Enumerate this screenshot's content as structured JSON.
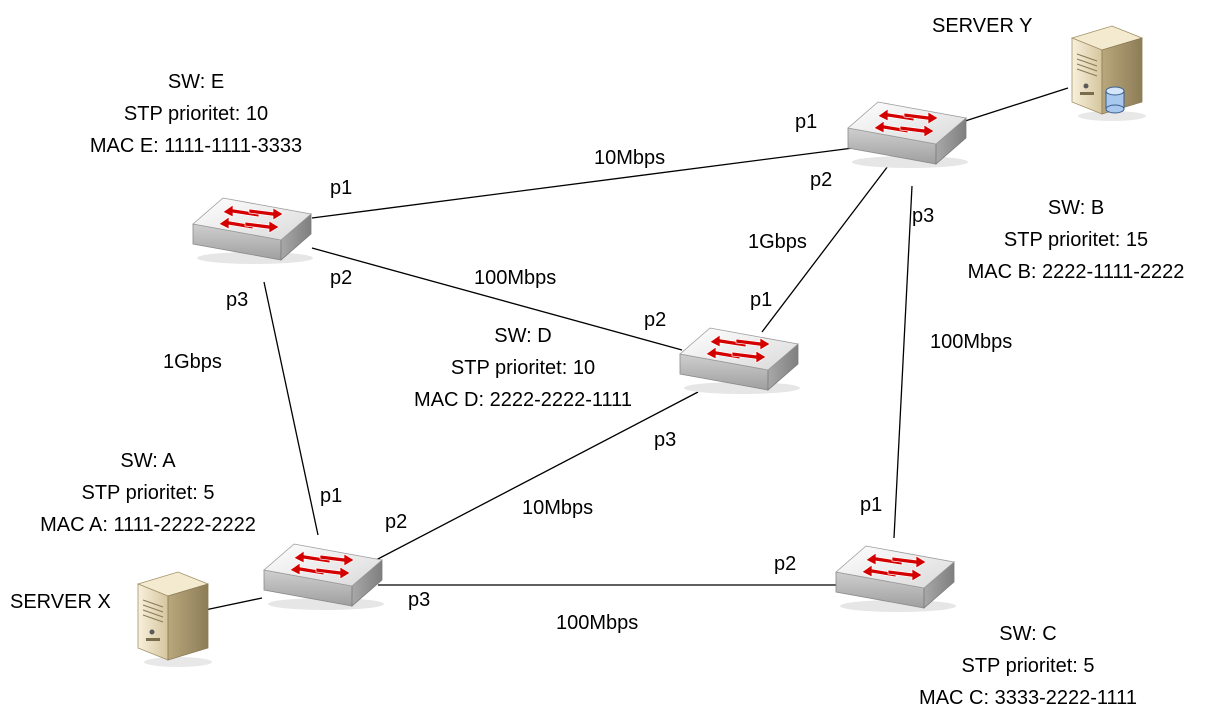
{
  "switches": {
    "e": {
      "name": "SW: E",
      "priority": "STP prioritet: 10",
      "mac": "MAC E: 1111-1111-3333"
    },
    "b": {
      "name": "SW: B",
      "priority": "STP prioritet: 15",
      "mac": "MAC B: 2222-1111-2222"
    },
    "d": {
      "name": "SW: D",
      "priority": "STP prioritet: 10",
      "mac": "MAC D: 2222-2222-1111"
    },
    "a": {
      "name": "SW: A",
      "priority": "STP prioritet: 5",
      "mac": "MAC A: 1111-2222-2222"
    },
    "c": {
      "name": "SW: C",
      "priority": "STP prioritet: 5",
      "mac": "MAC C: 3333-2222-1111"
    }
  },
  "servers": {
    "x": "SERVER X",
    "y": "SERVER Y"
  },
  "links": {
    "e_b": "10Mbps",
    "e_d": "100Mbps",
    "e_a": "1Gbps",
    "d_b": "1Gbps",
    "b_c": "100Mbps",
    "a_d": "10Mbps",
    "a_c": "100Mbps"
  },
  "ports": {
    "e_p1": "p1",
    "e_p2": "p2",
    "e_p3": "p3",
    "b_p1": "p1",
    "b_p2": "p2",
    "b_p3": "p3",
    "d_p1": "p1",
    "d_p2": "p2",
    "d_p3": "p3",
    "a_p1": "p1",
    "a_p2": "p2",
    "a_p3": "p3",
    "c_p1": "p1",
    "c_p2": "p2"
  },
  "colors": {
    "switch_top": "#f4f4f4",
    "switch_front": "#bdbdbd",
    "switch_side": "#9a9a9a",
    "arrow": "#d40000",
    "server_body": "#efe4c8"
  }
}
